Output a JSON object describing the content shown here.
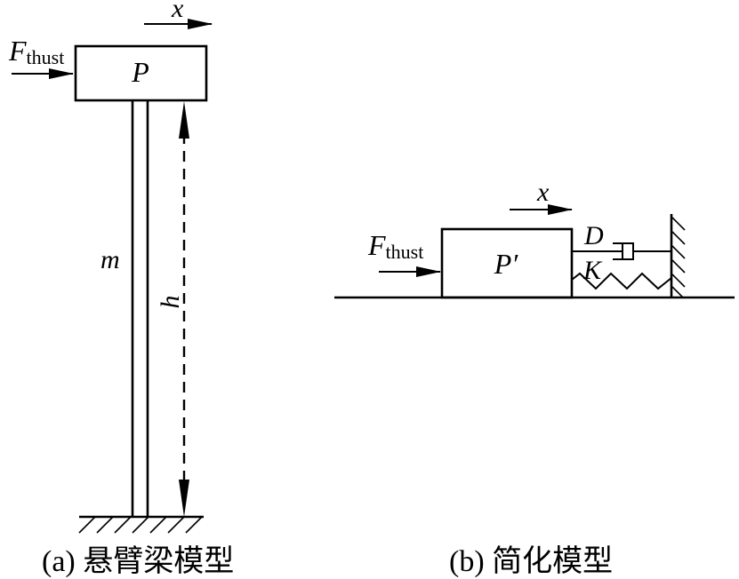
{
  "panel_a": {
    "force_symbol": "F",
    "force_subscript": "thust",
    "displacement_label": "x",
    "mass_label": "P",
    "beam_mass_label": "m",
    "height_label": "h",
    "caption": "(a) 悬臂梁模型"
  },
  "panel_b": {
    "force_symbol": "F",
    "force_subscript": "thust",
    "displacement_label": "x",
    "mass_label": "P′",
    "damper_label": "D",
    "spring_label": "K",
    "caption": "(b) 简化模型"
  }
}
